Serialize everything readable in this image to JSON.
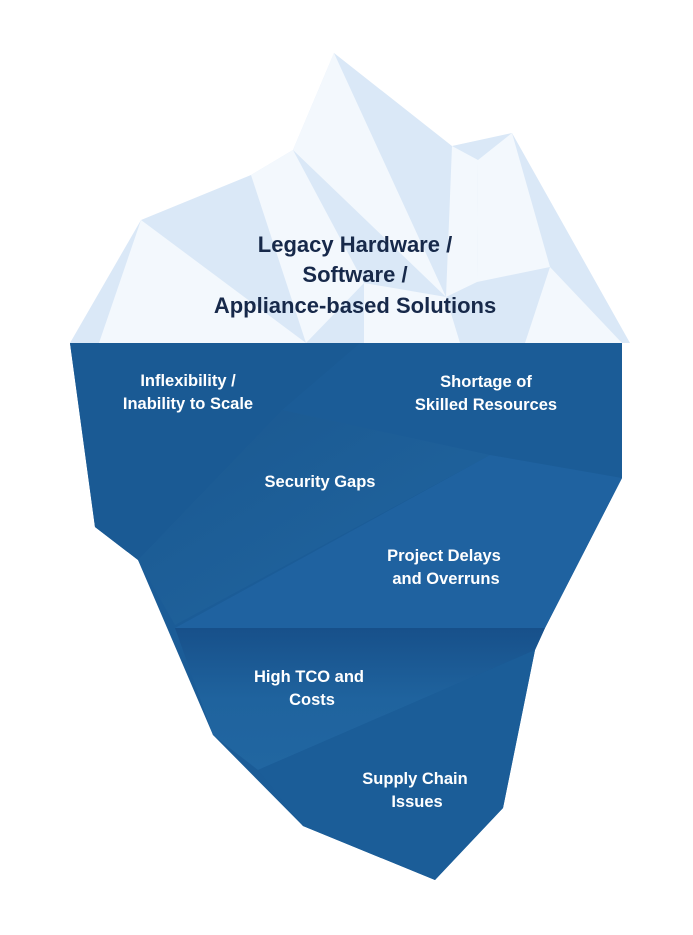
{
  "title": {
    "lines": [
      "Legacy Hardware /",
      "Software /",
      "Appliance-based Solutions"
    ]
  },
  "issues": [
    {
      "lines": [
        "Inflexibility /",
        "Inability to Scale"
      ]
    },
    {
      "lines": [
        "Shortage of",
        "Skilled Resources"
      ]
    },
    {
      "lines": [
        "Security Gaps"
      ]
    },
    {
      "lines": [
        "Project Delays",
        "and Overruns"
      ]
    },
    {
      "lines": [
        "High TCO and",
        "Costs"
      ]
    },
    {
      "lines": [
        "Supply Chain",
        "Issues"
      ]
    }
  ],
  "colors": {
    "ice_light": "#f3f8fd",
    "ice_shade": "#dae8f7",
    "water_base": "#1b5c97",
    "water_light": "#2165a0",
    "water_dark": "#174f85",
    "title_text": "#17294a"
  }
}
